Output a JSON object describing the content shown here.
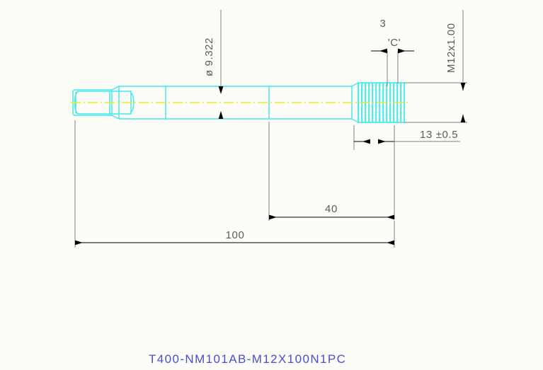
{
  "drawing": {
    "title": "T400-NM101AB-M12X100N1PC",
    "part_type": "threaded-shaft-screw",
    "colors": {
      "background": "#fdfdf8",
      "part_outline": "#45e9ee",
      "centerline": "#e8e82a",
      "dimension": "#808080",
      "dimension_text": "#5a5a5a",
      "title_text": "#4b4bd8",
      "arrow": "#000000"
    },
    "dimensions": {
      "diameter": {
        "label": "ø 9.322",
        "orientation": "vertical",
        "name": "shaft-diameter"
      },
      "thread_spec": {
        "label": "M12x1.00",
        "orientation": "vertical",
        "name": "thread-designation"
      },
      "chamfer": {
        "label": "3",
        "name": "chamfer-width"
      },
      "detail_ref": {
        "label": "'C'",
        "name": "detail-callout"
      },
      "thread_length": {
        "label": "13",
        "tolerance": "±0.5",
        "combined": "13  ±0.5",
        "name": "thread-length"
      },
      "shoulder_length": {
        "label": "40",
        "name": "shoulder-length"
      },
      "overall_length": {
        "label": "100",
        "name": "overall-length"
      }
    }
  }
}
